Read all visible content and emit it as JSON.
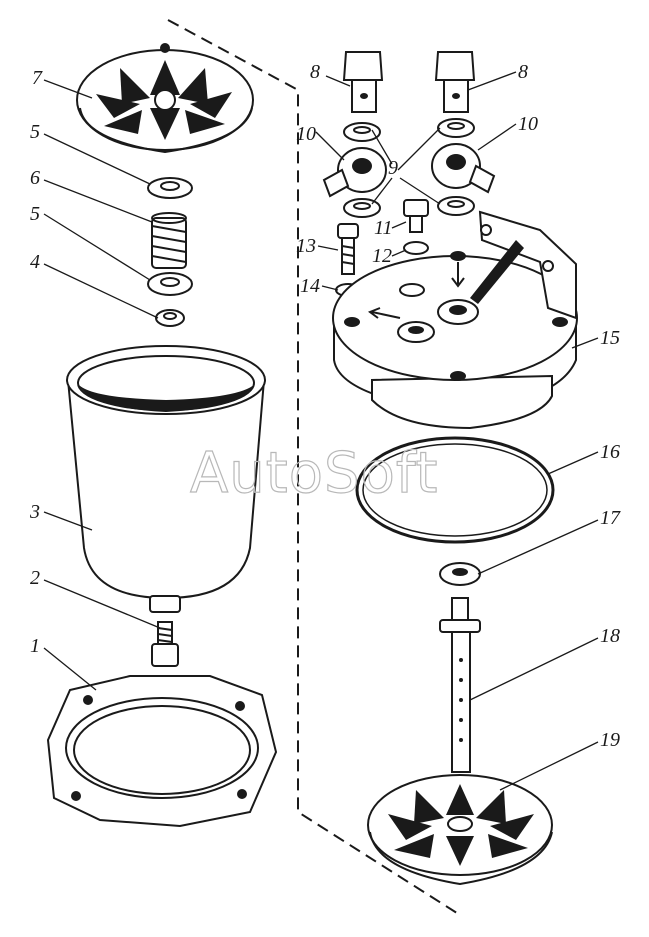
{
  "watermark": "AutoSoft",
  "callouts": [
    {
      "id": "1",
      "text": "1"
    },
    {
      "id": "2",
      "text": "2"
    },
    {
      "id": "3",
      "text": "3"
    },
    {
      "id": "4",
      "text": "4"
    },
    {
      "id": "5a",
      "text": "5"
    },
    {
      "id": "5b",
      "text": "5"
    },
    {
      "id": "6",
      "text": "6"
    },
    {
      "id": "7",
      "text": "7"
    },
    {
      "id": "8a",
      "text": "8"
    },
    {
      "id": "8b",
      "text": "8"
    },
    {
      "id": "9",
      "text": "9"
    },
    {
      "id": "10a",
      "text": "10"
    },
    {
      "id": "10b",
      "text": "10"
    },
    {
      "id": "11",
      "text": "11"
    },
    {
      "id": "12",
      "text": "12"
    },
    {
      "id": "13",
      "text": "13"
    },
    {
      "id": "14",
      "text": "14"
    },
    {
      "id": "15",
      "text": "15"
    },
    {
      "id": "16",
      "text": "16"
    },
    {
      "id": "17",
      "text": "17"
    },
    {
      "id": "18",
      "text": "18"
    },
    {
      "id": "19",
      "text": "19"
    }
  ],
  "colors": {
    "ink": "#1a1a1a",
    "paper": "#ffffff",
    "watermark": "#b8b8b8"
  }
}
